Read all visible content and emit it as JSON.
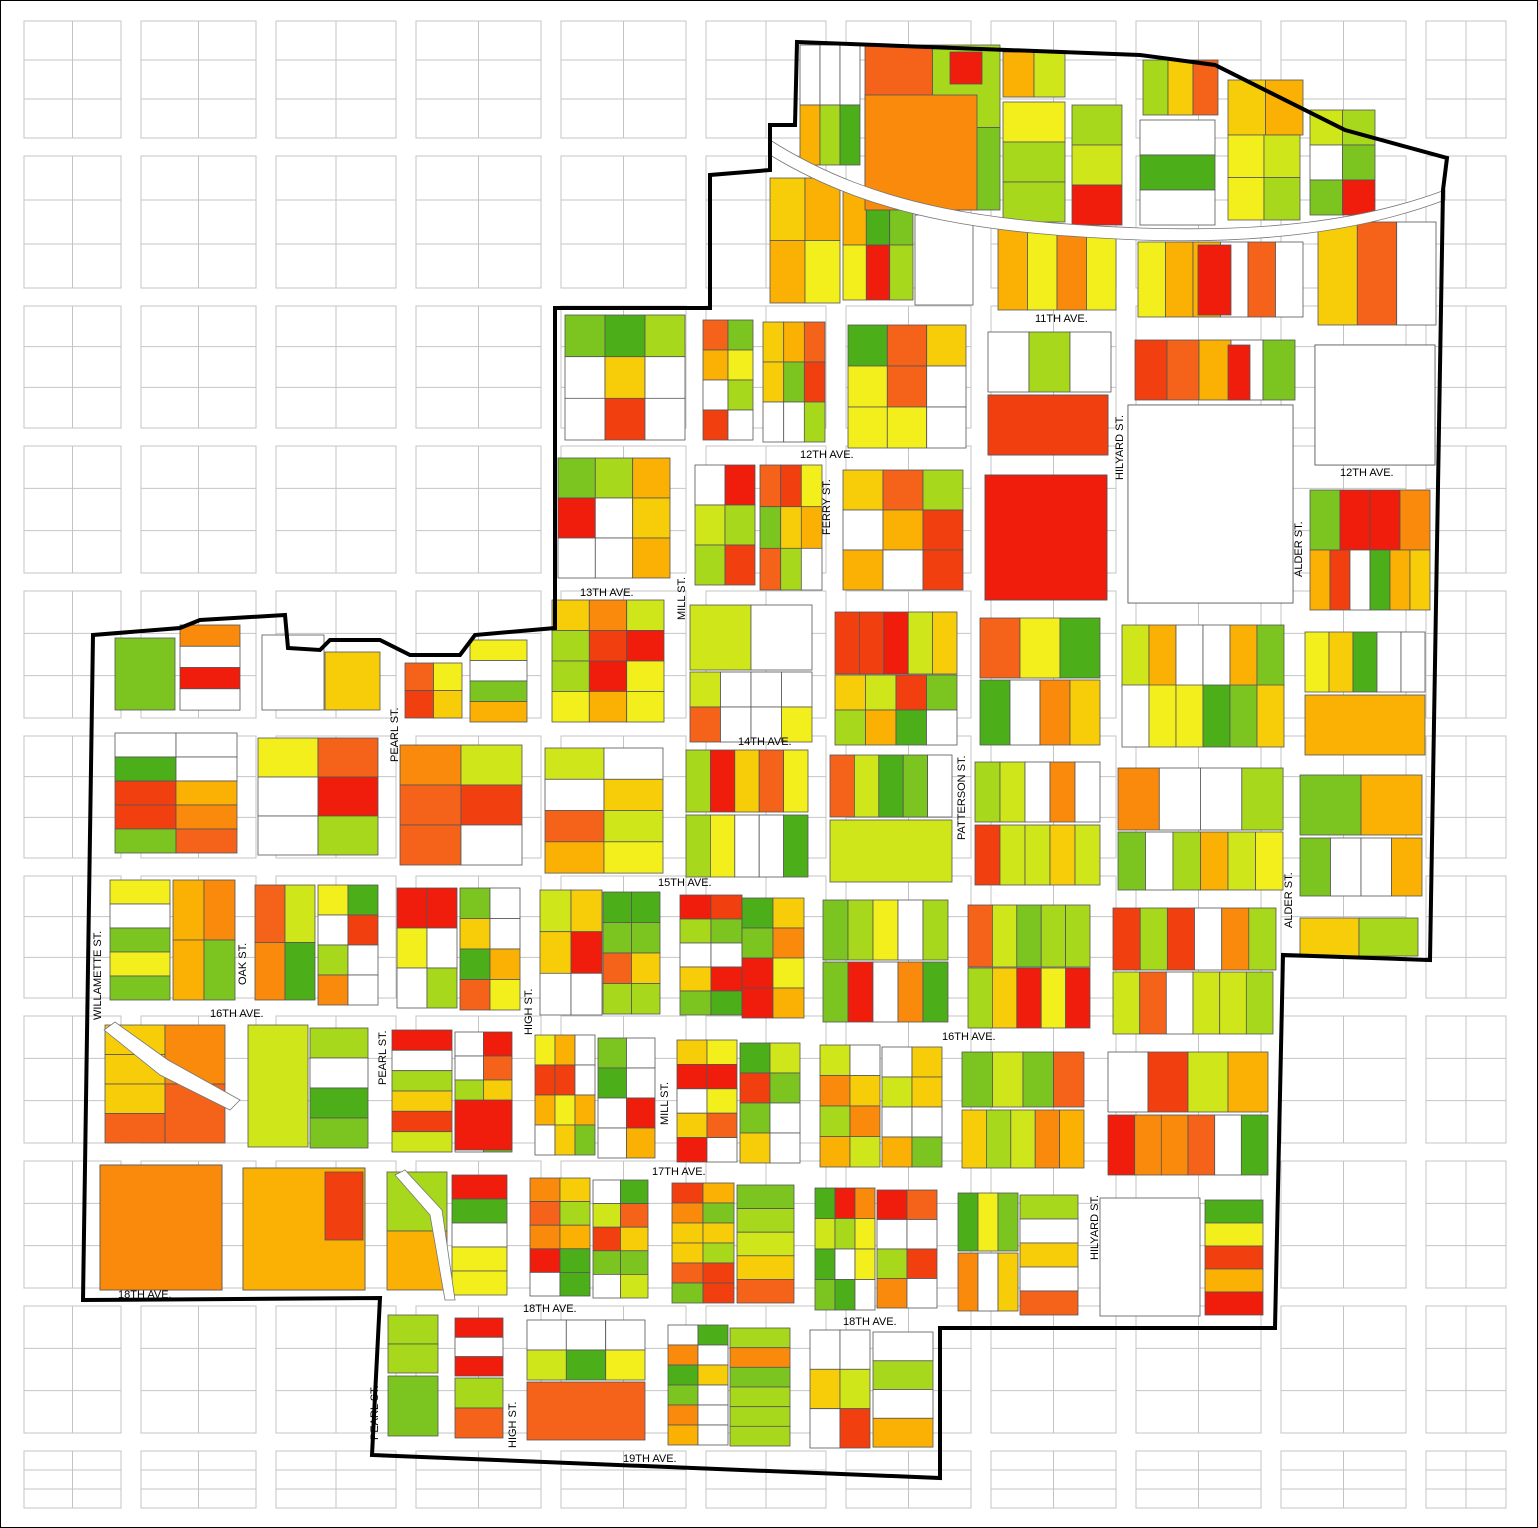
{
  "colors": {
    "dark_green": "#4caf1a",
    "green": "#7cc520",
    "light_green": "#a8d81c",
    "yellow_green": "#cfe61a",
    "yellow": "#f2ef1c",
    "gold": "#f7cd0a",
    "light_orange": "#fbb104",
    "orange": "#f98a0c",
    "dark_orange": "#f5621a",
    "red_orange": "#f23f10",
    "red": "#f01c0c",
    "empty": "#ffffff",
    "parcel_outline": "#b8b8b8",
    "boundary": "#000000"
  },
  "street_labels": {
    "ave_11": "11TH AVE.",
    "ave_12a": "12TH AVE.",
    "ave_12b": "12TH AVE.",
    "ave_13": "13TH AVE.",
    "ave_14": "14TH AVE.",
    "ave_15": "15TH AVE.",
    "ave_16a": "16TH AVE.",
    "ave_16b": "16TH AVE.",
    "ave_17": "17TH AVE.",
    "ave_18a": "18TH AVE.",
    "ave_18b": "18TH AVE.",
    "ave_18c": "18TH AVE.",
    "ave_19": "19TH AVE.",
    "hilyard_a": "HILYARD ST.",
    "hilyard_b": "HILYARD ST.",
    "ferry": "FERRY ST.",
    "mill_a": "MILL ST.",
    "mill_b": "MILL ST.",
    "alder_a": "ALDER ST.",
    "alder_b": "ALDER ST.",
    "pearl_a": "PEARL ST.",
    "pearl_b": "PEARL ST.",
    "pearl_c": "PEARL ST.",
    "patterson": "PATTERSON ST.",
    "high_a": "HIGH ST.",
    "high_b": "HIGH ST.",
    "oak": "OAK ST.",
    "willamette": "WILLAMETTE ST."
  }
}
